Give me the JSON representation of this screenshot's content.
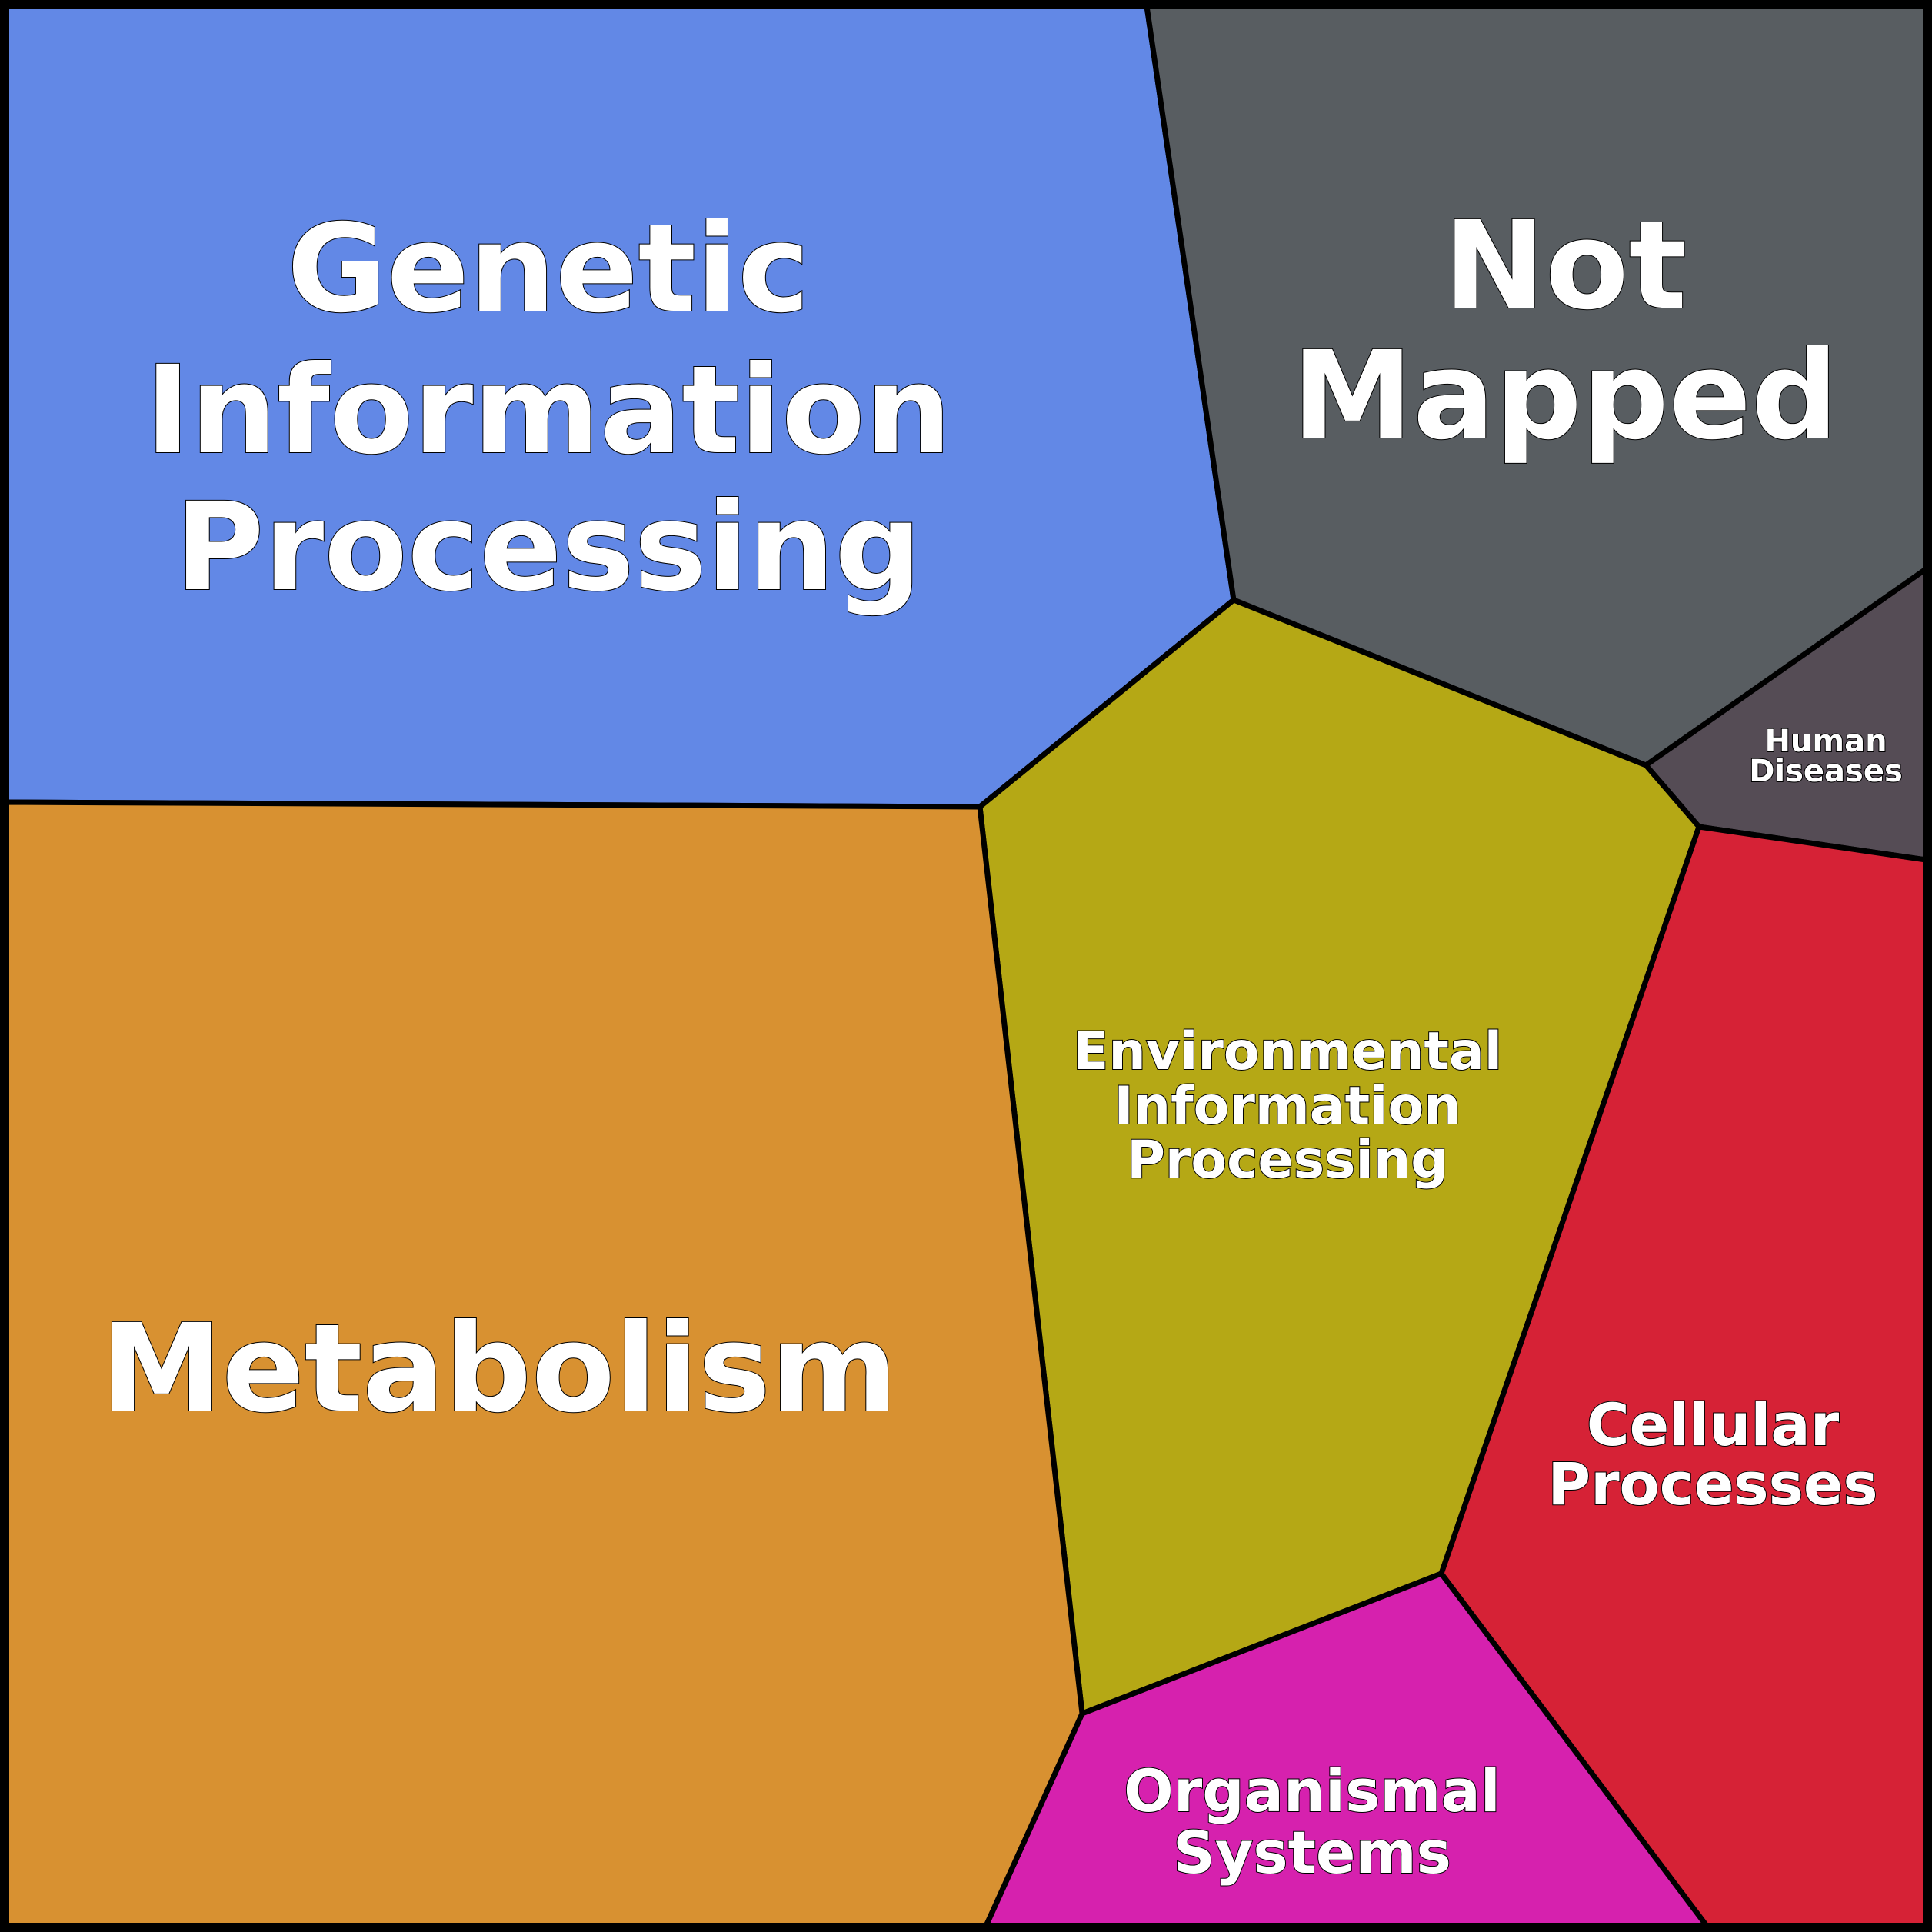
{
  "chart_data": {
    "type": "voronoi-treemap",
    "title": "",
    "cells": [
      {
        "id": "genetic",
        "label_lines": [
          "Genetic",
          "Information",
          "Processing"
        ],
        "color": "#6288E6"
      },
      {
        "id": "notmapped",
        "label_lines": [
          "Not",
          "Mapped"
        ],
        "color": "#585D61"
      },
      {
        "id": "human",
        "label_lines": [
          "Human",
          "Diseases"
        ],
        "color": "#554C55"
      },
      {
        "id": "env",
        "label_lines": [
          "Environmental",
          "Information",
          "Processing"
        ],
        "color": "#B5A815"
      },
      {
        "id": "cellular",
        "label_lines": [
          "Cellular",
          "Processes"
        ],
        "color": "#D62236"
      },
      {
        "id": "organismal",
        "label_lines": [
          "Organismal",
          "Systems"
        ],
        "color": "#D621AE"
      },
      {
        "id": "metabolism",
        "label_lines": [
          "Metabolism"
        ],
        "color": "#D89131"
      }
    ]
  }
}
